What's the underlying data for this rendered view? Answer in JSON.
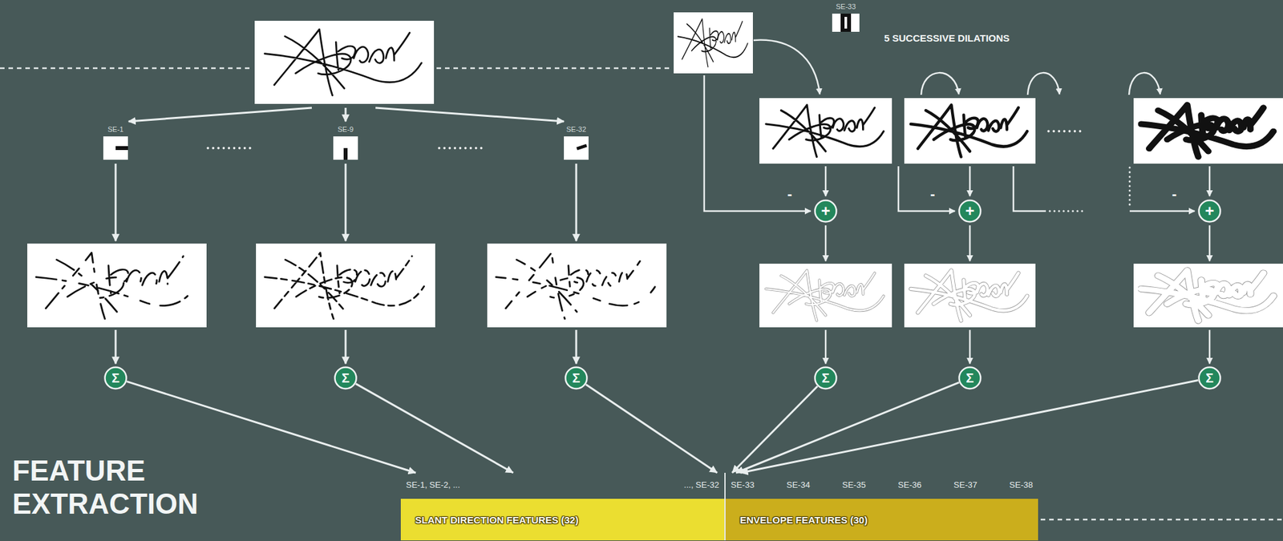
{
  "diagram": {
    "nodes": [
      {
        "text": [
          "SE-1"
        ]
      },
      {
        "text": [
          "SE-9"
        ]
      },
      {
        "text": [
          "SE-32"
        ]
      },
      {
        "text": [
          "Σ"
        ]
      },
      {
        "text": [
          "Σ"
        ]
      },
      {
        "text": [
          "Σ"
        ]
      },
      {
        "text": [
          "SE-33"
        ]
      },
      {
        "text": [
          "+"
        ]
      },
      {
        "text": [
          "+"
        ]
      },
      {
        "text": [
          "+"
        ]
      },
      {
        "text": [
          "Σ"
        ]
      },
      {
        "text": [
          "Σ"
        ]
      },
      {
        "text": [
          "Σ"
        ]
      },
      {
        "text": [
          "SE-1, SE-2, ...",
          "..., SE-32",
          "SLANT DIRECTION FEATURES (32)"
        ]
      },
      {
        "text": [
          "SE-33",
          "SE-34",
          "SE-35",
          "SE-36",
          "SE-37",
          "SE-38",
          "ENVELOPE FEATURES (30)"
        ]
      }
    ],
    "edges": [
      {
        "from": 3,
        "to": 13,
        "arrow": "to"
      },
      {
        "from": 4,
        "to": 13,
        "arrow": "to"
      },
      {
        "from": 5,
        "to": 13,
        "arrow": "to"
      },
      {
        "from": 10,
        "to": 14,
        "arrow": "to"
      },
      {
        "from": 11,
        "to": 14,
        "arrow": "to"
      },
      {
        "from": 12,
        "to": 14,
        "arrow": "to"
      }
    ],
    "labels": [
      "5 SUCCESSIVE DILATIONS",
      "-",
      "-",
      "-",
      "FEATURE EXTRACTION"
    ]
  }
}
